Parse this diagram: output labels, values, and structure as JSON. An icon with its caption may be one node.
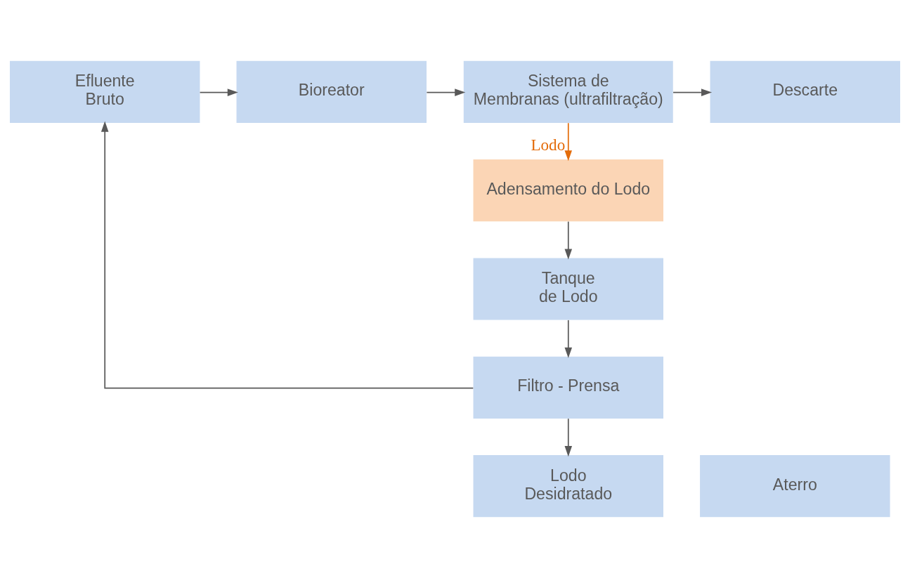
{
  "diagram": {
    "nodes": [
      {
        "text": [
          "Efluente Bruto"
        ]
      },
      {
        "text": [
          "Bioreator"
        ]
      },
      {
        "text": [
          "Sistema de Membranas (ultrafiltração)"
        ]
      },
      {
        "text": [
          "Descarte"
        ]
      },
      {
        "text": [
          "Adensamento do Lodo"
        ]
      },
      {
        "text": [
          "Tanque de Lodo"
        ]
      },
      {
        "text": [
          "Filtro - Prensa"
        ]
      },
      {
        "text": [
          "Lodo Desidratado"
        ]
      },
      {
        "text": [
          "Aterro"
        ]
      }
    ],
    "edges": [
      {
        "from": 0,
        "to": 1,
        "arrow": "to"
      },
      {
        "from": 1,
        "to": 2,
        "arrow": "to"
      },
      {
        "from": 2,
        "to": 3,
        "arrow": "to"
      },
      {
        "from": 2,
        "to": 4,
        "arrow": "to",
        "label": "Lodo",
        "color": "#e46c0a"
      },
      {
        "from": 4,
        "to": 5,
        "arrow": "to"
      },
      {
        "from": 5,
        "to": 6,
        "arrow": "to"
      },
      {
        "from": 6,
        "to": 7,
        "arrow": "to"
      },
      {
        "from": 6,
        "to": 0,
        "arrow": "to"
      }
    ]
  }
}
